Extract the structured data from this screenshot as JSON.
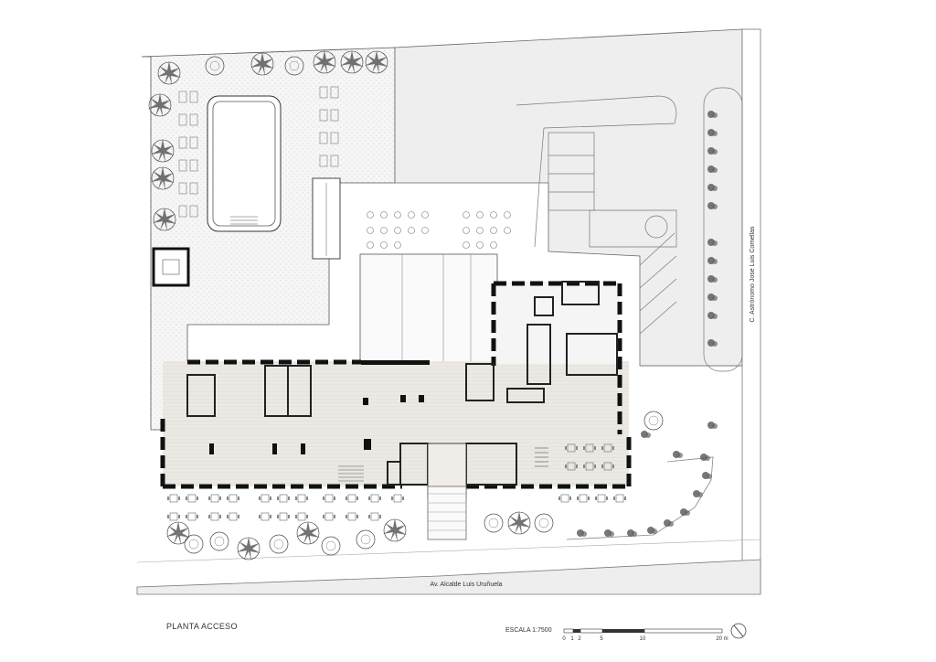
{
  "drawing": {
    "title": "PLANTA ACCESO",
    "street_south": "Av. Alcalde Luis Uruñuela",
    "street_east": "C. Astrónomo Jose Luis Comellas",
    "scale": {
      "label": "ESCALA 1:7500",
      "ticks": [
        "0",
        "1",
        "2",
        "5",
        "10",
        "20 m"
      ]
    },
    "north_icon": "north-arrow-icon",
    "colors": {
      "wall": "#111111",
      "floor": "#e9e6e1",
      "road": "#eeeeee",
      "garden": "#f4f4f4",
      "line": "#555555"
    }
  }
}
